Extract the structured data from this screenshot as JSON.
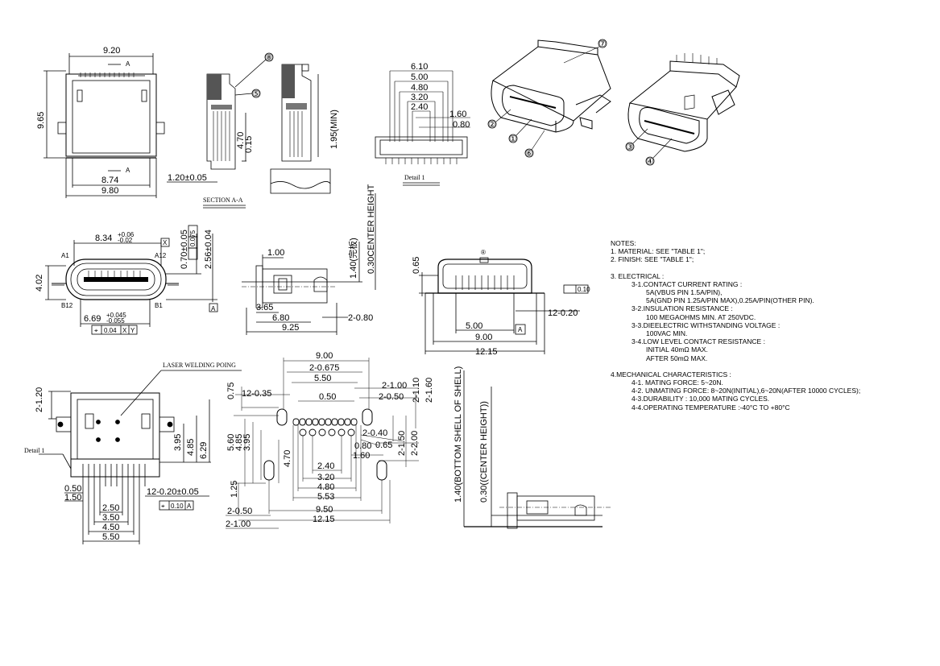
{
  "views": {
    "top": {
      "width_total": "9.20",
      "height": "9.65",
      "inner": "8.74",
      "bottom": "9.80",
      "section_mark": "A"
    },
    "section": {
      "label": "SECTION A-A",
      "lead": "1.20±0.05",
      "t1": "0.15",
      "t2": "4.70",
      "min": "1.95(MIN)",
      "b8": "⑧",
      "b5": "⑤"
    },
    "detail1_top": {
      "d1": "6.10",
      "d2": "5.00",
      "d3": "4.80",
      "d4": "3.20",
      "d5": "2.40",
      "d6": "1.60",
      "d7": "0.80",
      "label": "Detail 1"
    },
    "iso": {
      "b7": "⑦",
      "b2": "②",
      "b1": "①",
      "b6": "⑥",
      "b3": "③",
      "b4": "④"
    },
    "front": {
      "w": "8.34",
      "w_tol_u": "+0.06",
      "w_tol_l": "-0.02",
      "h": "4.02",
      "p": "6.69",
      "p_tol_u": "+0.045",
      "p_tol_l": "-0.055",
      "fcf_pos": "⌖",
      "fcf_tol": "0.04",
      "fcf_x": "X",
      "fcf_y": "Y",
      "d_x": "X",
      "d_a": "A",
      "t1": "0.70±0.05",
      "t1_tol": "0.075",
      "t2": "2.56±0.04",
      "a1": "A1",
      "a12": "A12",
      "b12": "B12",
      "b1": "B1"
    },
    "side": {
      "d1": "1.00",
      "d2": "3.65",
      "d3": "6.80",
      "d4": "9.25",
      "d5": "2-0.80",
      "center": "0.30CENTER HEIGHT",
      "h": "1.40(完板)"
    },
    "rear": {
      "mark": "®",
      "h": "0.65",
      "flat": "0.10",
      "p": "12-0.20",
      "w1": "5.00",
      "w2": "9.00",
      "w3": "12.15",
      "datum": "A"
    },
    "bottom": {
      "s1": "2-1.20",
      "laser": "LASER WELDING POING",
      "detail": "Detail 1",
      "h1": "3.95",
      "h2": "4.85",
      "h3": "6.29",
      "p1": "0.50",
      "p2": "1.50",
      "pin": "12-0.20±0.05",
      "fcf_tol": "0.10",
      "fcf_ref": "A",
      "w1": "2.50",
      "w2": "3.50",
      "w3": "4.50",
      "w4": "5.50"
    },
    "pcb": {
      "top": "9.00",
      "s2": "2-0.675",
      "s3": "5.50",
      "s4": "12-0.35",
      "s5": "0.50",
      "s6": "2-1.00",
      "s7": "2-0.50",
      "s8": "2-1.10",
      "s9": "2-1.60",
      "l1": "0.75",
      "l2": "5.60",
      "l3": "4.85",
      "l4": "3.95",
      "l5": "4.70",
      "l6": "1.25",
      "r1": "2-0.40",
      "r2": "0.80",
      "r3": "0.65",
      "r4": "1.60",
      "r5": "2-1.50",
      "r6": "2-2.00",
      "b1": "2.40",
      "b2": "3.20",
      "b3": "4.80",
      "b4": "5.53",
      "b5": "9.50",
      "b6": "12.15",
      "b7": "2-0.50",
      "b8": "2-1.00"
    },
    "profile": {
      "t1": "1.40(BOTTOM SHELL OF SHELL)",
      "t2": "0.30((CENTER HEIGHT))"
    }
  },
  "notes": {
    "title": "NOTES:",
    "n1": "1. MATERIAL: SEE \"TABLE 1\";",
    "n2": "2. FINISH: SEE \"TABLE 1\";",
    "n3": "3. ELECTRICAL :",
    "n31": "3-1.CONTACT CURRENT RATING :",
    "n31a": "5A(VBUS PIN 1.5A/PIN),",
    "n31b": "5A(GND PIN 1.25A/PIN MAX),0.25A/PIN(OTHER PIN).",
    "n32": "3-2.INSULATION RESISTANCE :",
    "n32a": "100 MEGAOHMS MIN. AT 250VDC.",
    "n33": "3-3.DIEELECTRIC WITHSTANDING VOLTAGE :",
    "n33a": "100VAC MIN.",
    "n34": "3-4.LOW LEVEL CONTACT RESISTANCE :",
    "n34a": "INITIAL 40mΩ MAX.",
    "n34b": "AFTER 50mΩ MAX.",
    "n4": "4.MECHANICAL CHARACTERISTICS :",
    "n41": "4-1. MATING FORCE: 5~20N.",
    "n42": "4-2. UNMATING FORCE: 8~20N(INITIAL),6~20N(AFTER 10000 CYCLES);",
    "n43": "4-3.DURABILITY : 10,000 MATING CYCLES.",
    "n44": "4-4.OPERATING TEMPERATURE :-40°C TO +80°C"
  }
}
